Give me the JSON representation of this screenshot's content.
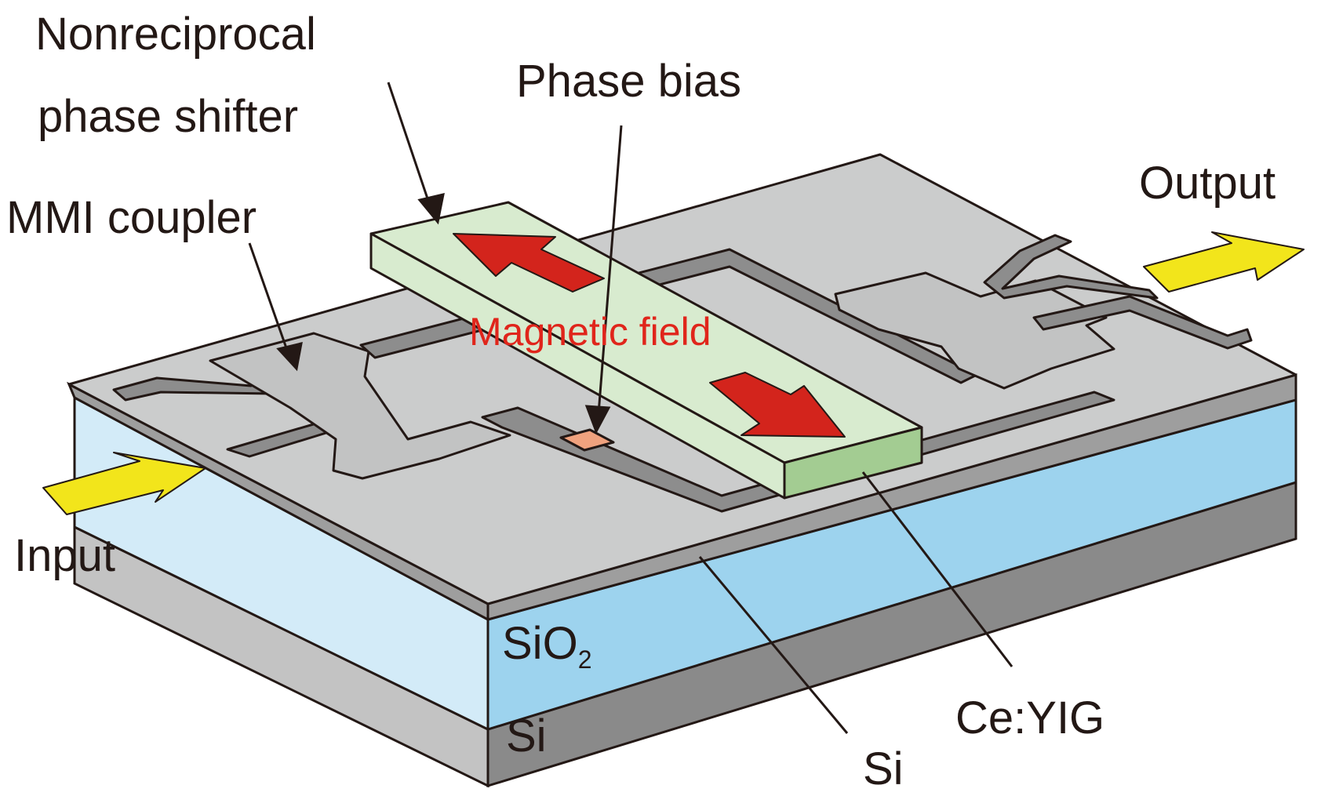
{
  "labels": {
    "nonreciprocal_line1": "Nonreciprocal",
    "nonreciprocal_line2": "phase shifter",
    "phase_bias": "Phase bias",
    "mmi_coupler": "MMI coupler",
    "output": "Output",
    "input": "Input",
    "magnetic_field": "Magnetic field",
    "sio2_main": "SiO",
    "sio2_sub": "2",
    "si_substrate": "Si",
    "si_waveguide": "Si",
    "ceyig": "Ce:YIG"
  },
  "colors": {
    "outline": "#231815",
    "si_top_surface": "#cbcccc",
    "si_top_front": "#9e9e9e",
    "sio2_left": "#d3ebf8",
    "sio2_front": "#9dd3ee",
    "substrate_left": "#c3c3c3",
    "substrate_front": "#8a8a8a",
    "waveguide_trench": "#8d8d8d",
    "ceyig_top": "#d8ebcf",
    "ceyig_front": "#a3cc92",
    "magnetic_arrow": "#d3241c",
    "io_arrow": "#f2e51b",
    "phase_bias_pad": "#f0a27e",
    "label_red": "#e0251b"
  }
}
